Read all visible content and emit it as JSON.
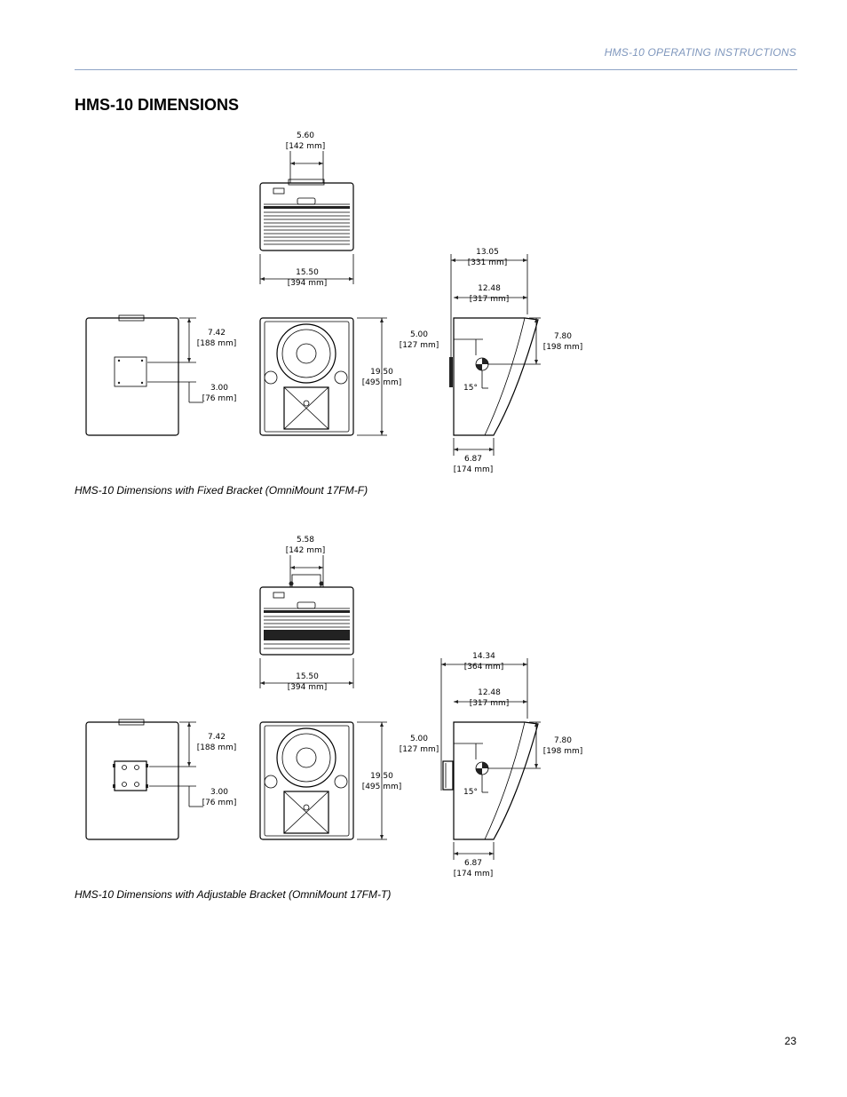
{
  "header": {
    "running_title": "HMS-10 OPERATING INSTRUCTIONS",
    "page_number": "23"
  },
  "section": {
    "title": "HMS-10 DIMENSIONS"
  },
  "figures": [
    {
      "caption": "HMS-10 Dimensions with Fixed Bracket (OmniMount 17FM-F)",
      "dims": {
        "bracket_width": [
          "5.60",
          "[142 mm]"
        ],
        "top_width": [
          "15.50",
          "[394 mm]"
        ],
        "back_upper": [
          "7.42",
          "[188 mm]"
        ],
        "back_lower": [
          "3.00",
          "[76 mm]"
        ],
        "front_height": [
          "19.50",
          "[495 mm]"
        ],
        "side_overall": [
          "13.05",
          "[331 mm]"
        ],
        "side_top": [
          "12.48",
          "[317 mm]"
        ],
        "side_mount": [
          "5.00",
          "[127 mm]"
        ],
        "side_cg": [
          "7.80",
          "[198 mm]"
        ],
        "side_bottom": [
          "6.87",
          "[174 mm]"
        ],
        "angle": "15°"
      }
    },
    {
      "caption": "HMS-10 Dimensions with Adjustable Bracket (OmniMount 17FM-T)",
      "dims": {
        "bracket_width": [
          "5.58",
          "[142 mm]"
        ],
        "top_width": [
          "15.50",
          "[394 mm]"
        ],
        "back_upper": [
          "7.42",
          "[188 mm]"
        ],
        "back_lower": [
          "3.00",
          "[76 mm]"
        ],
        "front_height": [
          "19.50",
          "[495 mm]"
        ],
        "side_overall": [
          "14.34",
          "[364 mm]"
        ],
        "side_top": [
          "12.48",
          "[317 mm]"
        ],
        "side_mount": [
          "5.00",
          "[127 mm]"
        ],
        "side_cg": [
          "7.80",
          "[198 mm]"
        ],
        "side_bottom": [
          "6.87",
          "[174 mm]"
        ],
        "angle": "15°"
      }
    }
  ]
}
